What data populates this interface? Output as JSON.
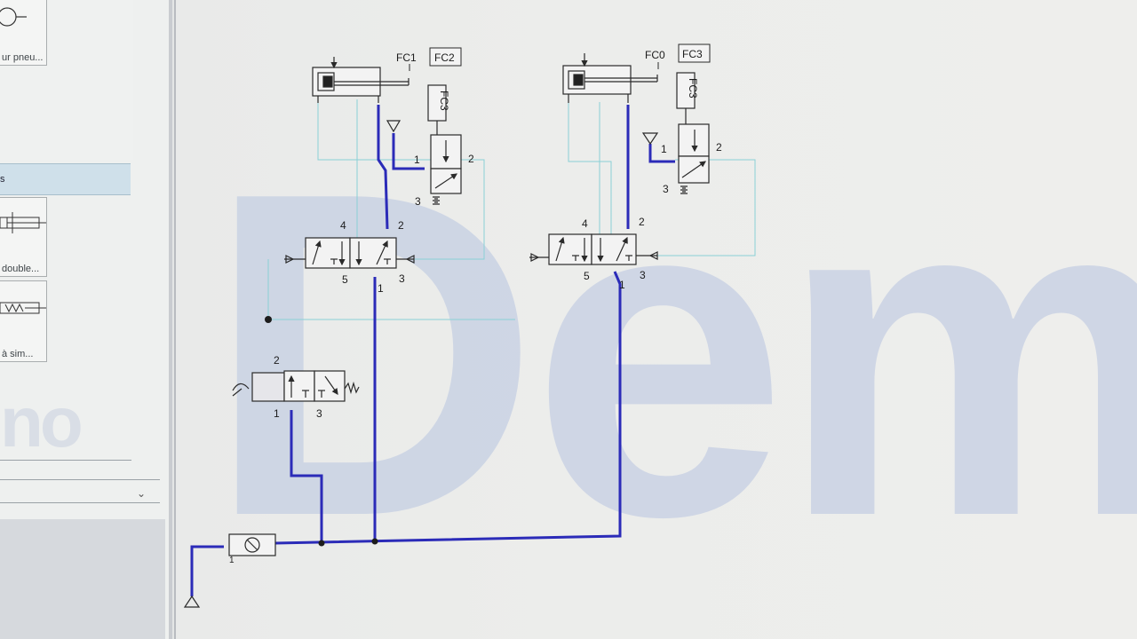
{
  "library": {
    "top_tile_label": "ur pneu...",
    "section_label": "s",
    "tile_double_label": "double...",
    "tile_simple_label": "à sim...",
    "ghost_text": "no",
    "expand_glyph": "⌄"
  },
  "watermark": "Dem",
  "diagram": {
    "sensor_labels": {
      "fc1": "FC1",
      "fc2": "FC2",
      "fc0": "FC0",
      "fc3": "FC3",
      "fc3_valve_left": "FC3",
      "fc3_valve_right": "FC3"
    },
    "ports": {
      "v52_left_4": "4",
      "v52_left_2": "2",
      "v52_left_5": "5",
      "v52_left_1": "1",
      "v52_left_3": "3",
      "v52_right_4": "4",
      "v52_right_2": "2",
      "v52_right_5": "5",
      "v52_right_1": "1",
      "v52_right_3": "3",
      "v32_left_1": "1",
      "v32_left_2": "2",
      "v32_left_3": "3",
      "v32_right_1": "1",
      "v32_right_2": "2",
      "v32_right_3": "3",
      "manual_2": "2",
      "manual_1": "1",
      "manual_3": "3",
      "source_1": "1"
    },
    "colors": {
      "pressure_line": "#2b2bb8",
      "signal_line": "#8ad0d6",
      "symbol": "#2a2a2a"
    }
  }
}
